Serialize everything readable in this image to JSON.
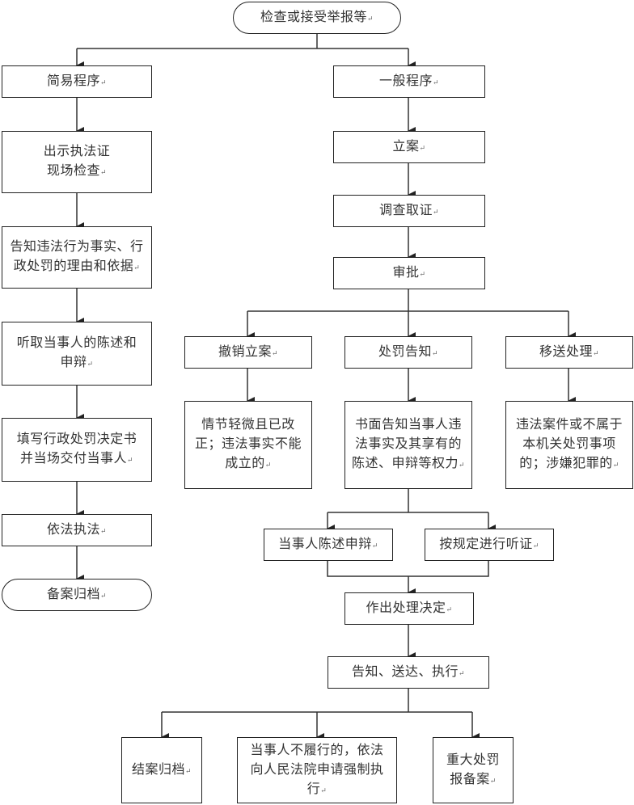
{
  "title": "行政处罚流程图",
  "return_mark": "↵",
  "nodes": {
    "start": "检查或接受举报等",
    "simple": "简易程序",
    "show_cert": "出示执法证\n现场检查",
    "inform_facts": "告知违法行为事实、行\n政处罚的理由和依据",
    "hear_statement": "听取当事人的陈述和\n申辩",
    "fill_decision": "填写行政处罚决定书\n并当场交付当事人",
    "enforce": "依法执法",
    "archive_simple": "备案归档",
    "general": "一般程序",
    "file_case": "立案",
    "investigate": "调查取证",
    "approve": "审批",
    "revoke_case": "撤销立案",
    "penalty_notice": "处罚告知",
    "transfer": "移送处理",
    "revoke_reason": "情节轻微且已改\n正；违法事实不能\n成立的",
    "notice_detail": "书面告知当事人违\n法事实及其享有的\n陈述、申辩等权力",
    "transfer_reason": "违法案件或不属于\n本机关处罚事项\n的；涉嫌犯罪的",
    "party_statement": "当事人陈述申辩",
    "hearing": "按规定进行听证",
    "make_decision": "作出处理决定",
    "deliver": "告知、送达、执行",
    "close_archive": "结案归档",
    "court_enforce": "当事人不履行的，依法\n向人民法院申请强制执\n行",
    "major_report": "重大处罚\n报备案"
  }
}
